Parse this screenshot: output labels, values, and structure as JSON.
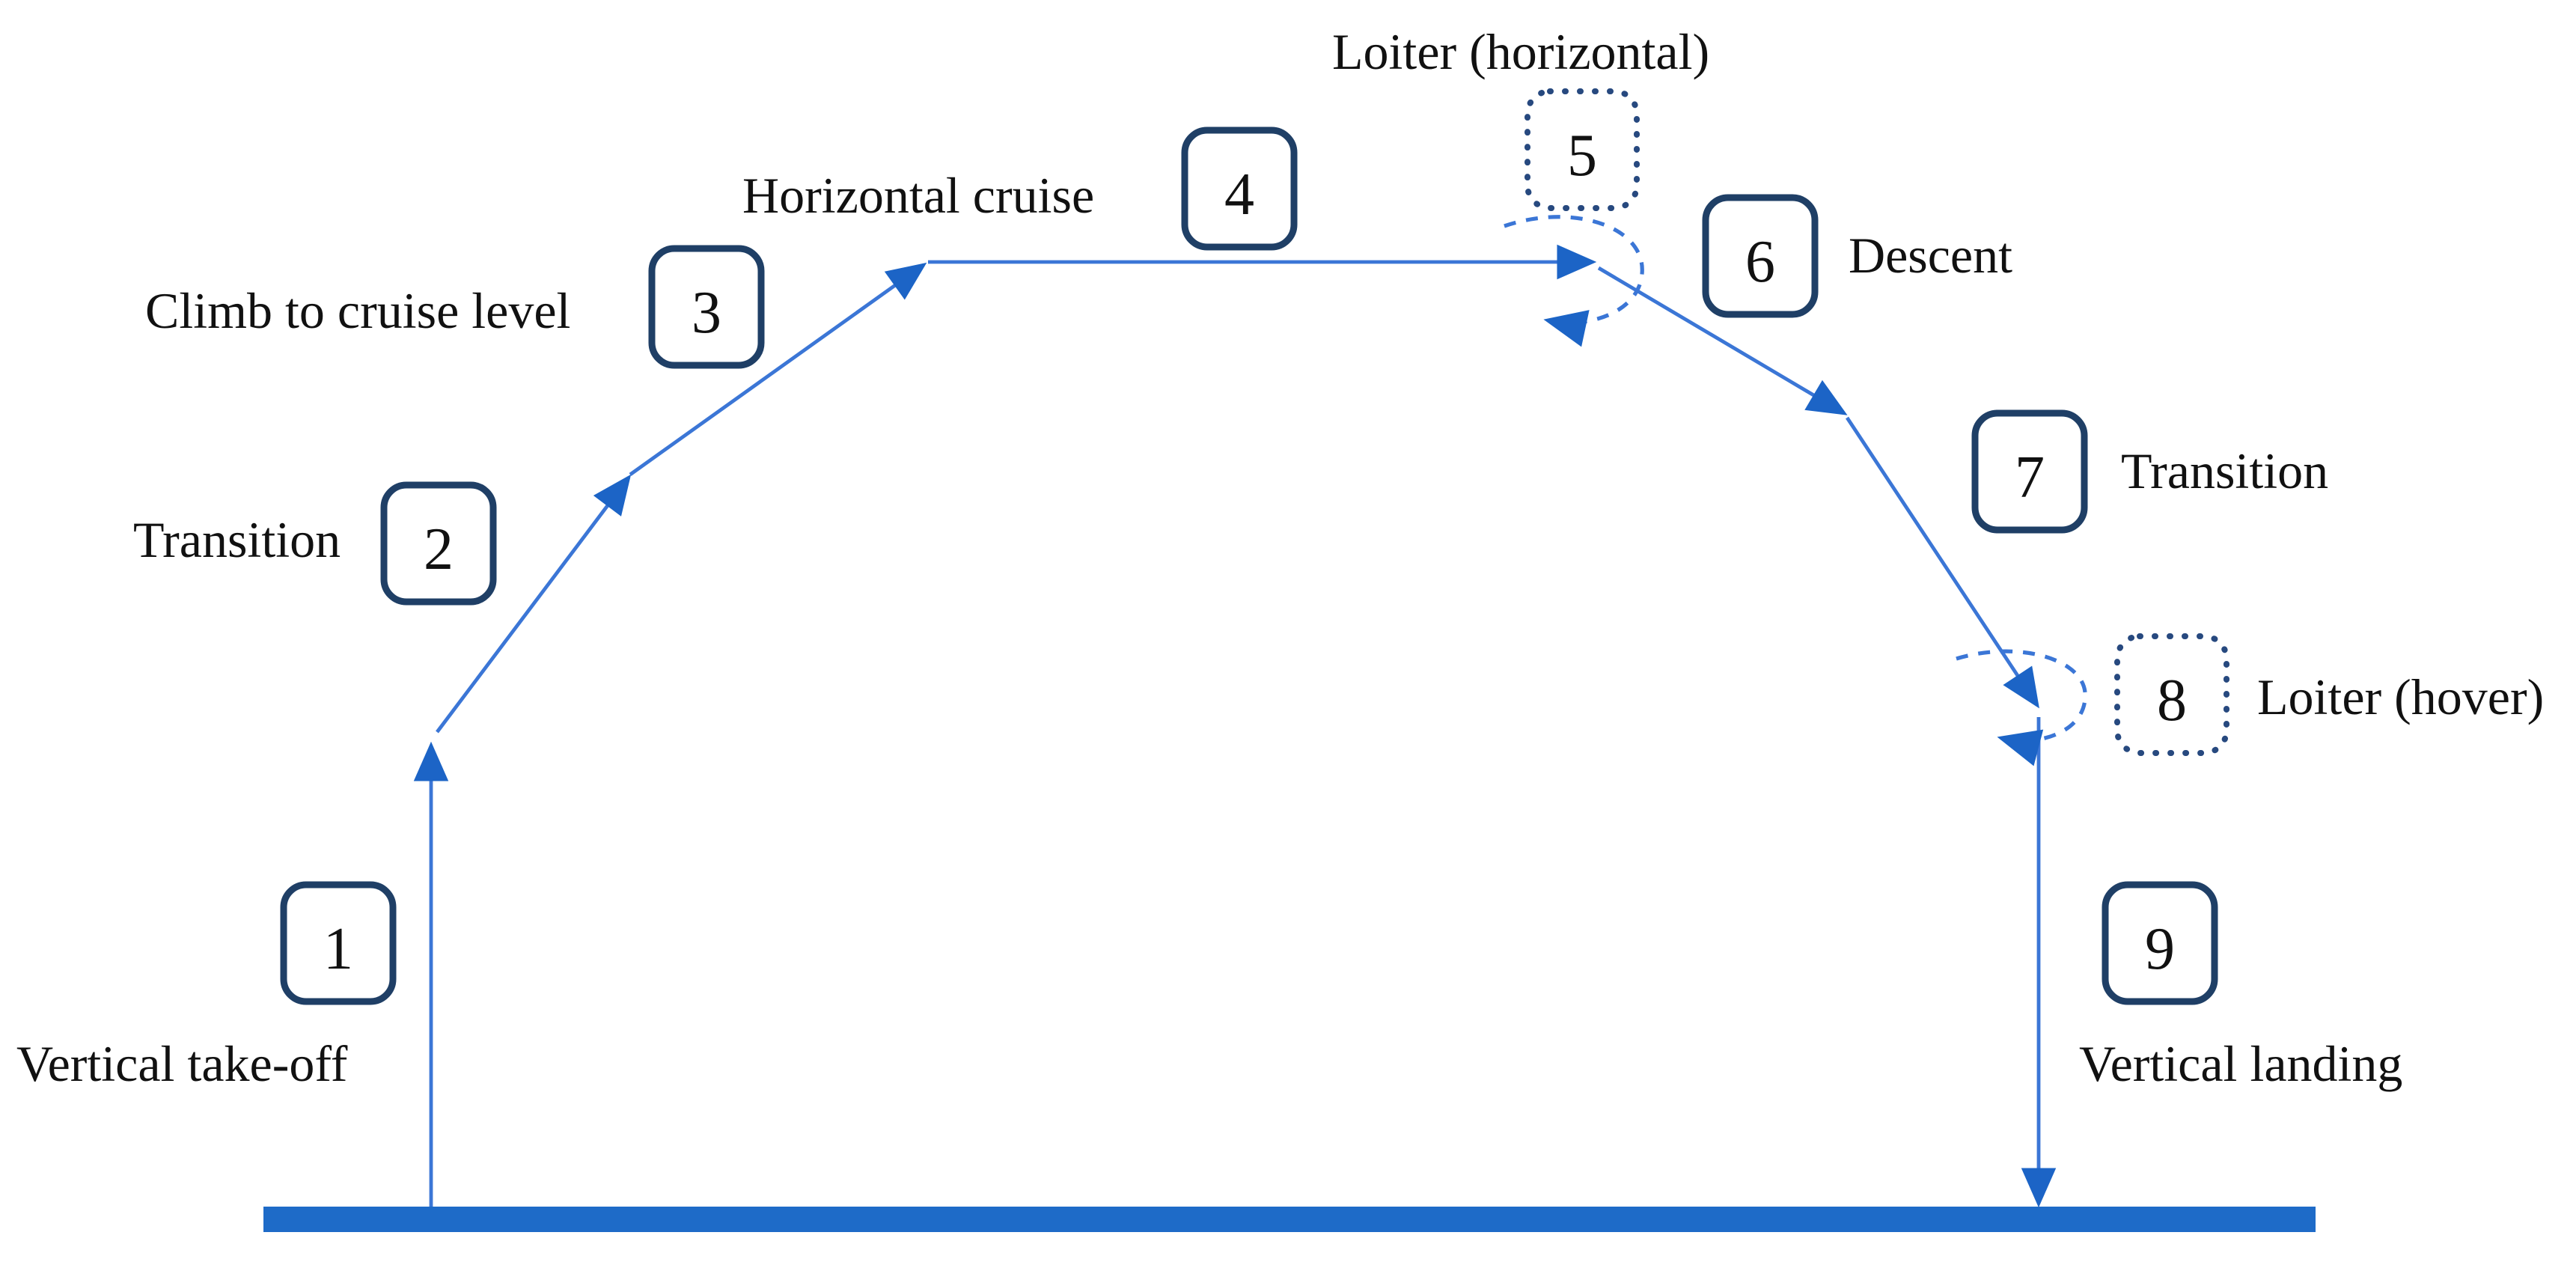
{
  "diagram": {
    "description": "VTOL mission profile diagram",
    "phases": [
      {
        "num": "1",
        "label": "Vertical take-off",
        "box": "solid"
      },
      {
        "num": "2",
        "label": "Transition",
        "box": "solid"
      },
      {
        "num": "3",
        "label": "Climb to cruise level",
        "box": "solid"
      },
      {
        "num": "4",
        "label": "Horizontal cruise",
        "box": "solid"
      },
      {
        "num": "5",
        "label": "Loiter (horizontal)",
        "box": "dotted"
      },
      {
        "num": "6",
        "label": "Descent",
        "box": "solid"
      },
      {
        "num": "7",
        "label": "Transition",
        "box": "solid"
      },
      {
        "num": "8",
        "label": "Loiter (hover)",
        "box": "dotted"
      },
      {
        "num": "9",
        "label": "Vertical landing",
        "box": "solid"
      }
    ],
    "colors": {
      "line": "#3B76D6",
      "arrow": "#1C64C6",
      "ground": "#1E6BC8",
      "box_border": "#1F3F66",
      "dotted_border": "#27497F",
      "text": "#111111"
    }
  }
}
